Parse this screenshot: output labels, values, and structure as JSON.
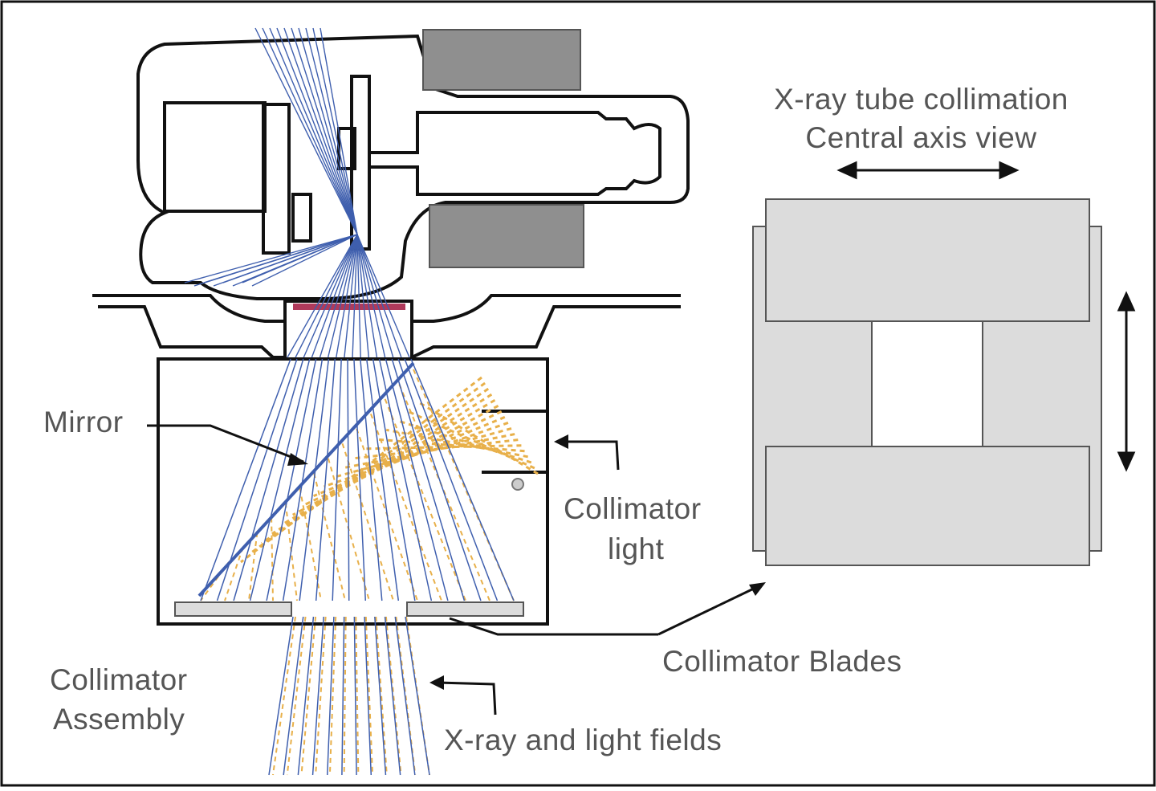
{
  "labels": {
    "mirror": "Mirror",
    "collimator_light_line1": "Collimator",
    "collimator_light_line2": "light",
    "collimator_assembly_line1": "Collimator",
    "collimator_assembly_line2": "Assembly",
    "collimator_blades": "Collimator Blades",
    "xray_light_fields": "X-ray and light fields",
    "view_title_line1": "X-ray tube collimation",
    "view_title_line2": "Central axis view"
  },
  "colors": {
    "xray_beam": "#3f5fae",
    "light_beam": "#e8b04a",
    "filter": "#b03a5b",
    "blade_gray": "#dcdcdc",
    "dark_gray": "#8f8f8f",
    "outline": "#111111",
    "label_text": "#555555"
  }
}
